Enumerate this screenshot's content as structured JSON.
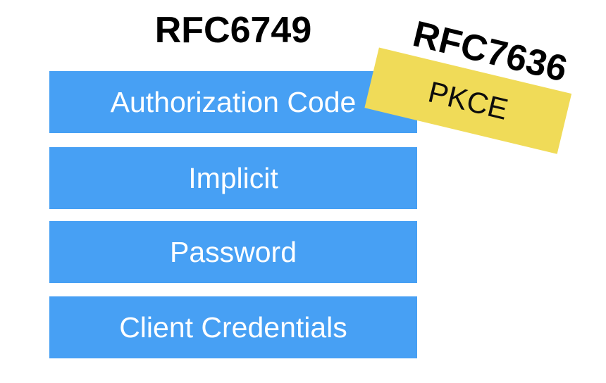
{
  "slide": {
    "rfc6749_title": "RFC6749",
    "rfc7636_title": "RFC7636",
    "pkce_label": "PKCE",
    "grant_bars": [
      {
        "label": "Authorization Code"
      },
      {
        "label": "Implicit"
      },
      {
        "label": "Password"
      },
      {
        "label": "Client Credentials"
      }
    ]
  },
  "colors": {
    "background": "#FFFFFF",
    "bar_fill": "#47A0F4",
    "bar_text": "#FFFFFF",
    "sticker_fill": "#F0DB58",
    "title_text": "#000000"
  }
}
